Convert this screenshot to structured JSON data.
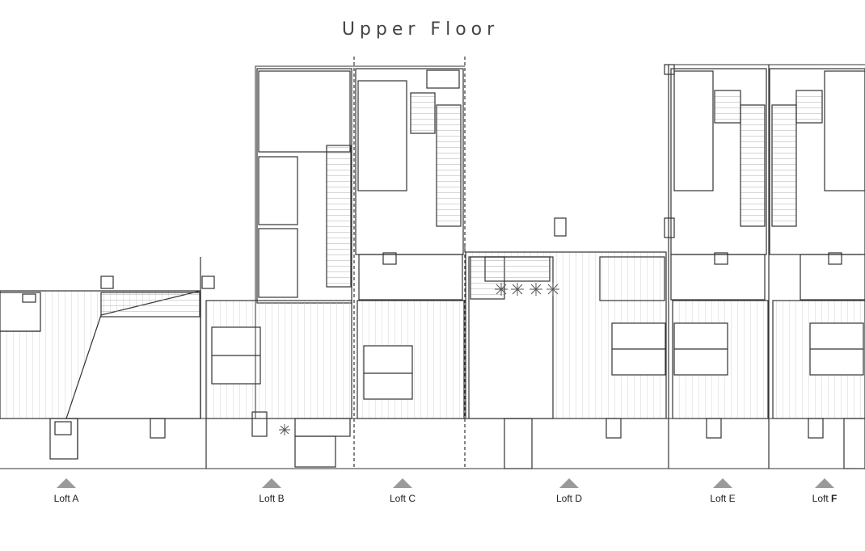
{
  "title": "Upper Floor",
  "lofts": [
    {
      "prefix": "Loft ",
      "letter": "A",
      "bold": false
    },
    {
      "prefix": "Loft ",
      "letter": "B",
      "bold": false
    },
    {
      "prefix": "Loft ",
      "letter": "C",
      "bold": false
    },
    {
      "prefix": "Loft ",
      "letter": "D",
      "bold": false
    },
    {
      "prefix": "Loft ",
      "letter": "E",
      "bold": false
    },
    {
      "prefix": "Loft ",
      "letter": "F",
      "bold": true
    }
  ],
  "colors": {
    "line": "#333333",
    "hatch": "#bdbdbd",
    "marker": "#9a9a9a",
    "plant": "#555555"
  }
}
